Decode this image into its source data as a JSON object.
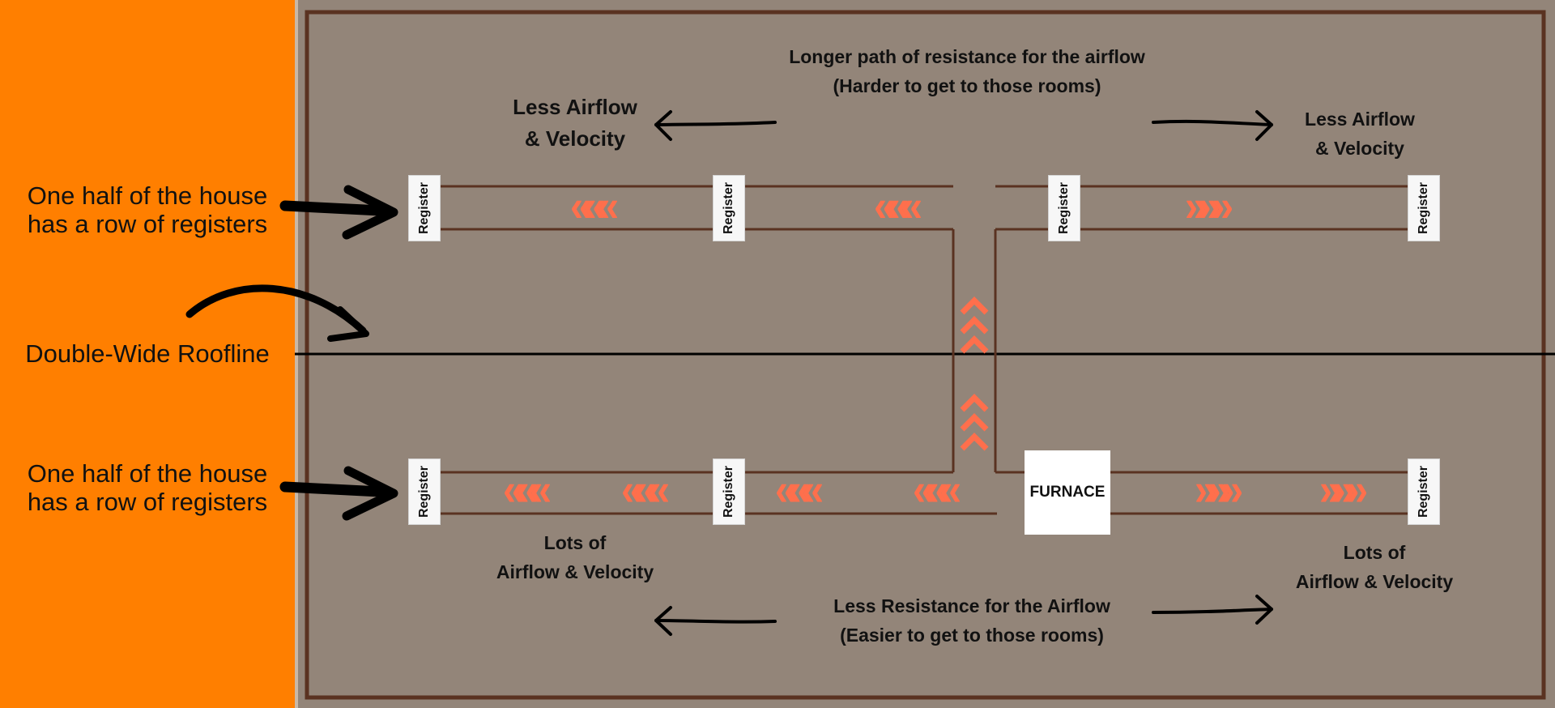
{
  "colors": {
    "sidebar": "#ff7f00",
    "background": "#938579",
    "duct": "#5a3221",
    "chevron": "#ff6f4c",
    "arrow": "#000000"
  },
  "side_labels": {
    "top_registers": [
      "One half of the house",
      "has a row of registers"
    ],
    "roofline": "Double-Wide Roofline",
    "bottom_registers": [
      "One half of the house",
      "has a row of registers"
    ]
  },
  "notes": {
    "top_center": [
      "Longer path of resistance for the airflow",
      "(Harder to get to those rooms)"
    ],
    "top_left": [
      "Less Airflow",
      "& Velocity"
    ],
    "top_right": [
      "Less Airflow",
      "& Velocity"
    ],
    "bottom_left": [
      "Lots of",
      "Airflow & Velocity"
    ],
    "bottom_right": [
      "Lots of",
      "Airflow & Velocity"
    ],
    "bottom_center": [
      "Less Resistance for the Airflow",
      "(Easier to get to those rooms)"
    ]
  },
  "register_label": "Register",
  "furnace_label": "FURNACE",
  "chevrons": {
    "left": "«««",
    "right": "»»»"
  },
  "icons": {
    "pointer_arrow": "arrow-right-icon",
    "curved_arrow": "curved-arrow-icon",
    "flow_left": "arrow-left-icon",
    "flow_right": "arrow-right-icon",
    "chevron_up": "chevron-up-icon"
  }
}
